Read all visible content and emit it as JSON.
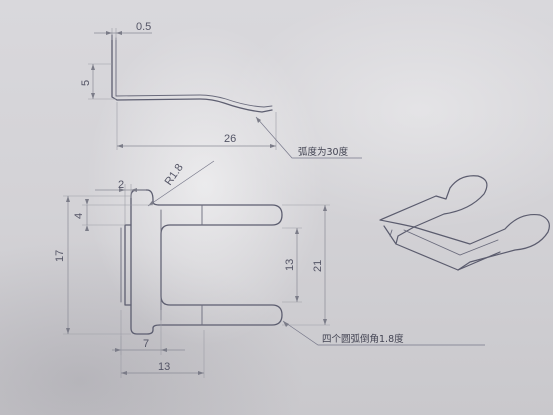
{
  "drawing": {
    "side_view": {
      "dim_thickness": "0.5",
      "dim_height": "5",
      "dim_length": "26",
      "note_arc": "弧度为30度"
    },
    "top_view": {
      "dim_radius": "R1.8",
      "dim_tab_width": "2",
      "dim_tab_height": "4",
      "dim_total_height": "17",
      "dim_slot_height": "13",
      "dim_outer_height": "21",
      "dim_slot_offset": "7",
      "dim_total_width": "13",
      "note_fillet": "四个圆弧倒角1.8度"
    },
    "iso_view": {}
  }
}
